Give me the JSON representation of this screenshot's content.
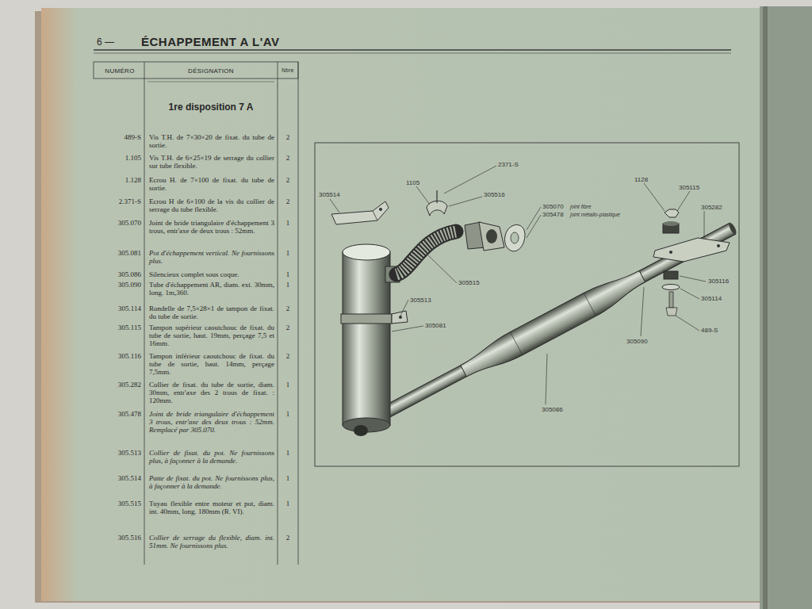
{
  "diagram": {
    "title": "ÉCHAPPEMENT A L'AV",
    "labels": [
      "6 —",
      "NUMÉRO",
      "DÉSIGNATION",
      "Nbre",
      "1re disposition 7 A",
      "489-S",
      "Vis T.H. de 7×30×20 de fixat. du tube de sortie.",
      "2",
      "1.105",
      "Vis T.H. de 6×25×19 de serrage du collier sur tube flexible.",
      "2",
      "1.128",
      "Ecrou H. de 7×100 de fixat. du tube de sortie.",
      "2",
      "2.371-S",
      "Ecrou H de 6×100 de la vis du collier de serrage du tube flexible.",
      "2",
      "305.070",
      "Joint de bride triangulaire d'échappement 3 trous, entr'axe de deux trous : 52mm.",
      "1",
      "305.081",
      "Pot d'échappement vertical. Ne fournissons plus.",
      "1",
      "305.086",
      "Silencieux complet sous coque.",
      "1",
      "305.090",
      "Tube d'échappement AR, diam. ext. 30mm, long. 1m,360.",
      "1",
      "305.114",
      "Rondelle de 7,5×28×1 de tampon de fixat. du tube de sortie.",
      "2",
      "305.115",
      "Tampon supérieur caoutchouc de fixat. du tube de sortie, haut. 19mm, perçage 7,5 et 16mm.",
      "2",
      "305.116",
      "Tampon inférieur caoutchouc de fixat. du tube de sortie, haut. 14mm, perçage 7,5mm.",
      "2",
      "305.282",
      "Collier de fixat. du tube de sortie, diam. 30mm, entr'axe des 2 trous de fixat. : 120mm.",
      "1",
      "305.478",
      "Joint de bride triangulaire d'échappement 3 trous, entr'axe des deux trous : 52mm. Remplacé par 305.070.",
      "1",
      "305.513",
      "Collier de fixat. du pot. Ne fournissons plus, à façonner à la demande.",
      "1",
      "305.514",
      "Patte de fixat. du pot. Ne fournissons plus, à façonner à la demande.",
      "1",
      "305.515",
      "Tuyau flexible entre moteur et pot, diam. int. 40mm, long. 180mm (R. VI).",
      "1",
      "305.516",
      "Collier de serrage du flexible, diam. int. 51mm. Ne fournissons plus.",
      "2",
      "2371-S",
      "1105",
      "305514",
      "305516",
      "305070",
      "joint fibre",
      "305478",
      "joint métallo-plastique",
      "1128",
      "305115",
      "305282",
      "305116",
      "305114",
      "489-S",
      "305090",
      "305086",
      "305515",
      "305513",
      "305081"
    ]
  }
}
